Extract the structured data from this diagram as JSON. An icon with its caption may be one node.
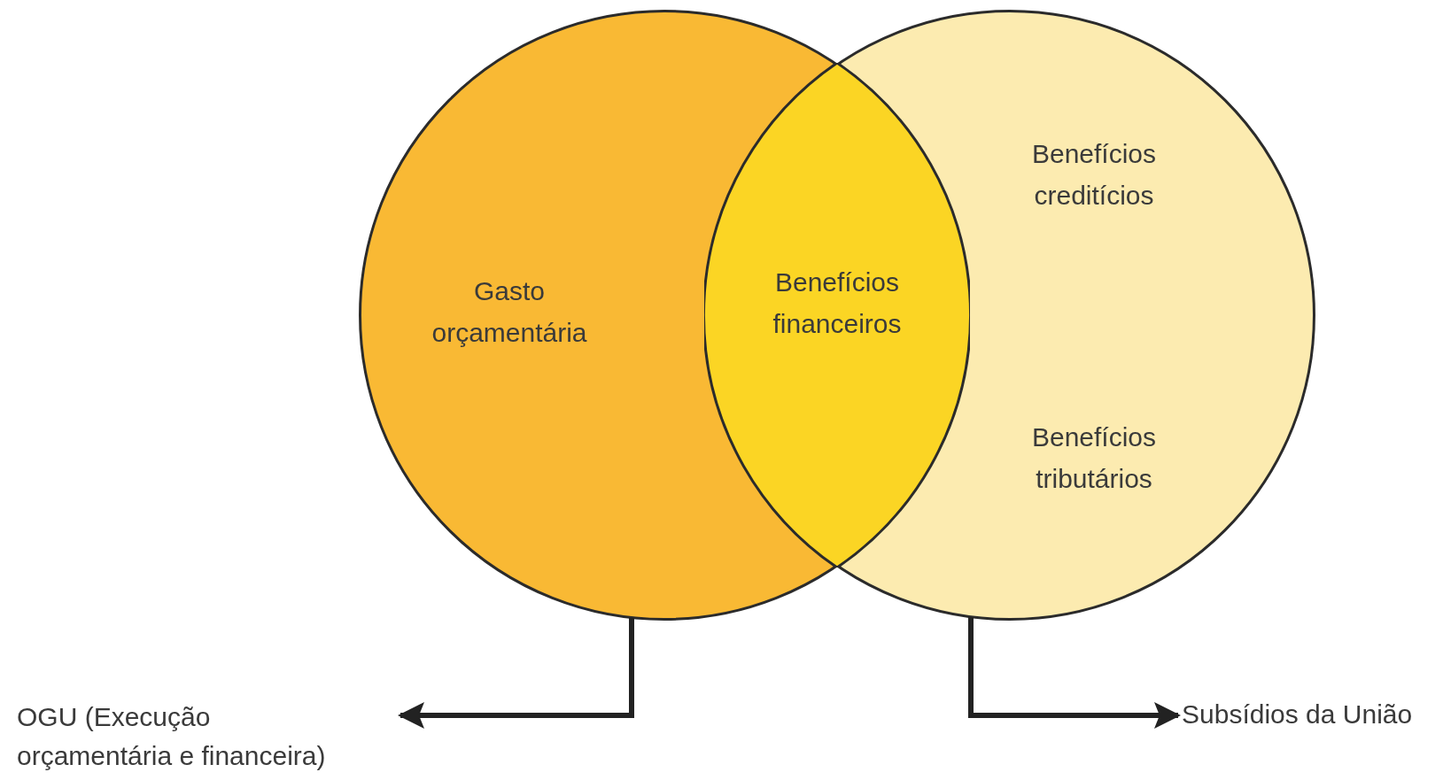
{
  "diagram": {
    "nodes": [
      {
        "text": [
          "Gasto orçamentária"
        ]
      },
      {
        "text": [
          "Benefícios creditícios",
          "Benefícios tributários"
        ]
      },
      {
        "text": [
          "Benefícios financeiros"
        ]
      },
      {
        "text": [
          "OGU (Execução orçamentária e financeira)"
        ]
      },
      {
        "text": [
          "Subsídios da União"
        ]
      }
    ],
    "edges": [
      {
        "from": 0,
        "to": 3,
        "arrow": "to"
      },
      {
        "from": 1,
        "to": 4,
        "arrow": "to"
      }
    ]
  }
}
